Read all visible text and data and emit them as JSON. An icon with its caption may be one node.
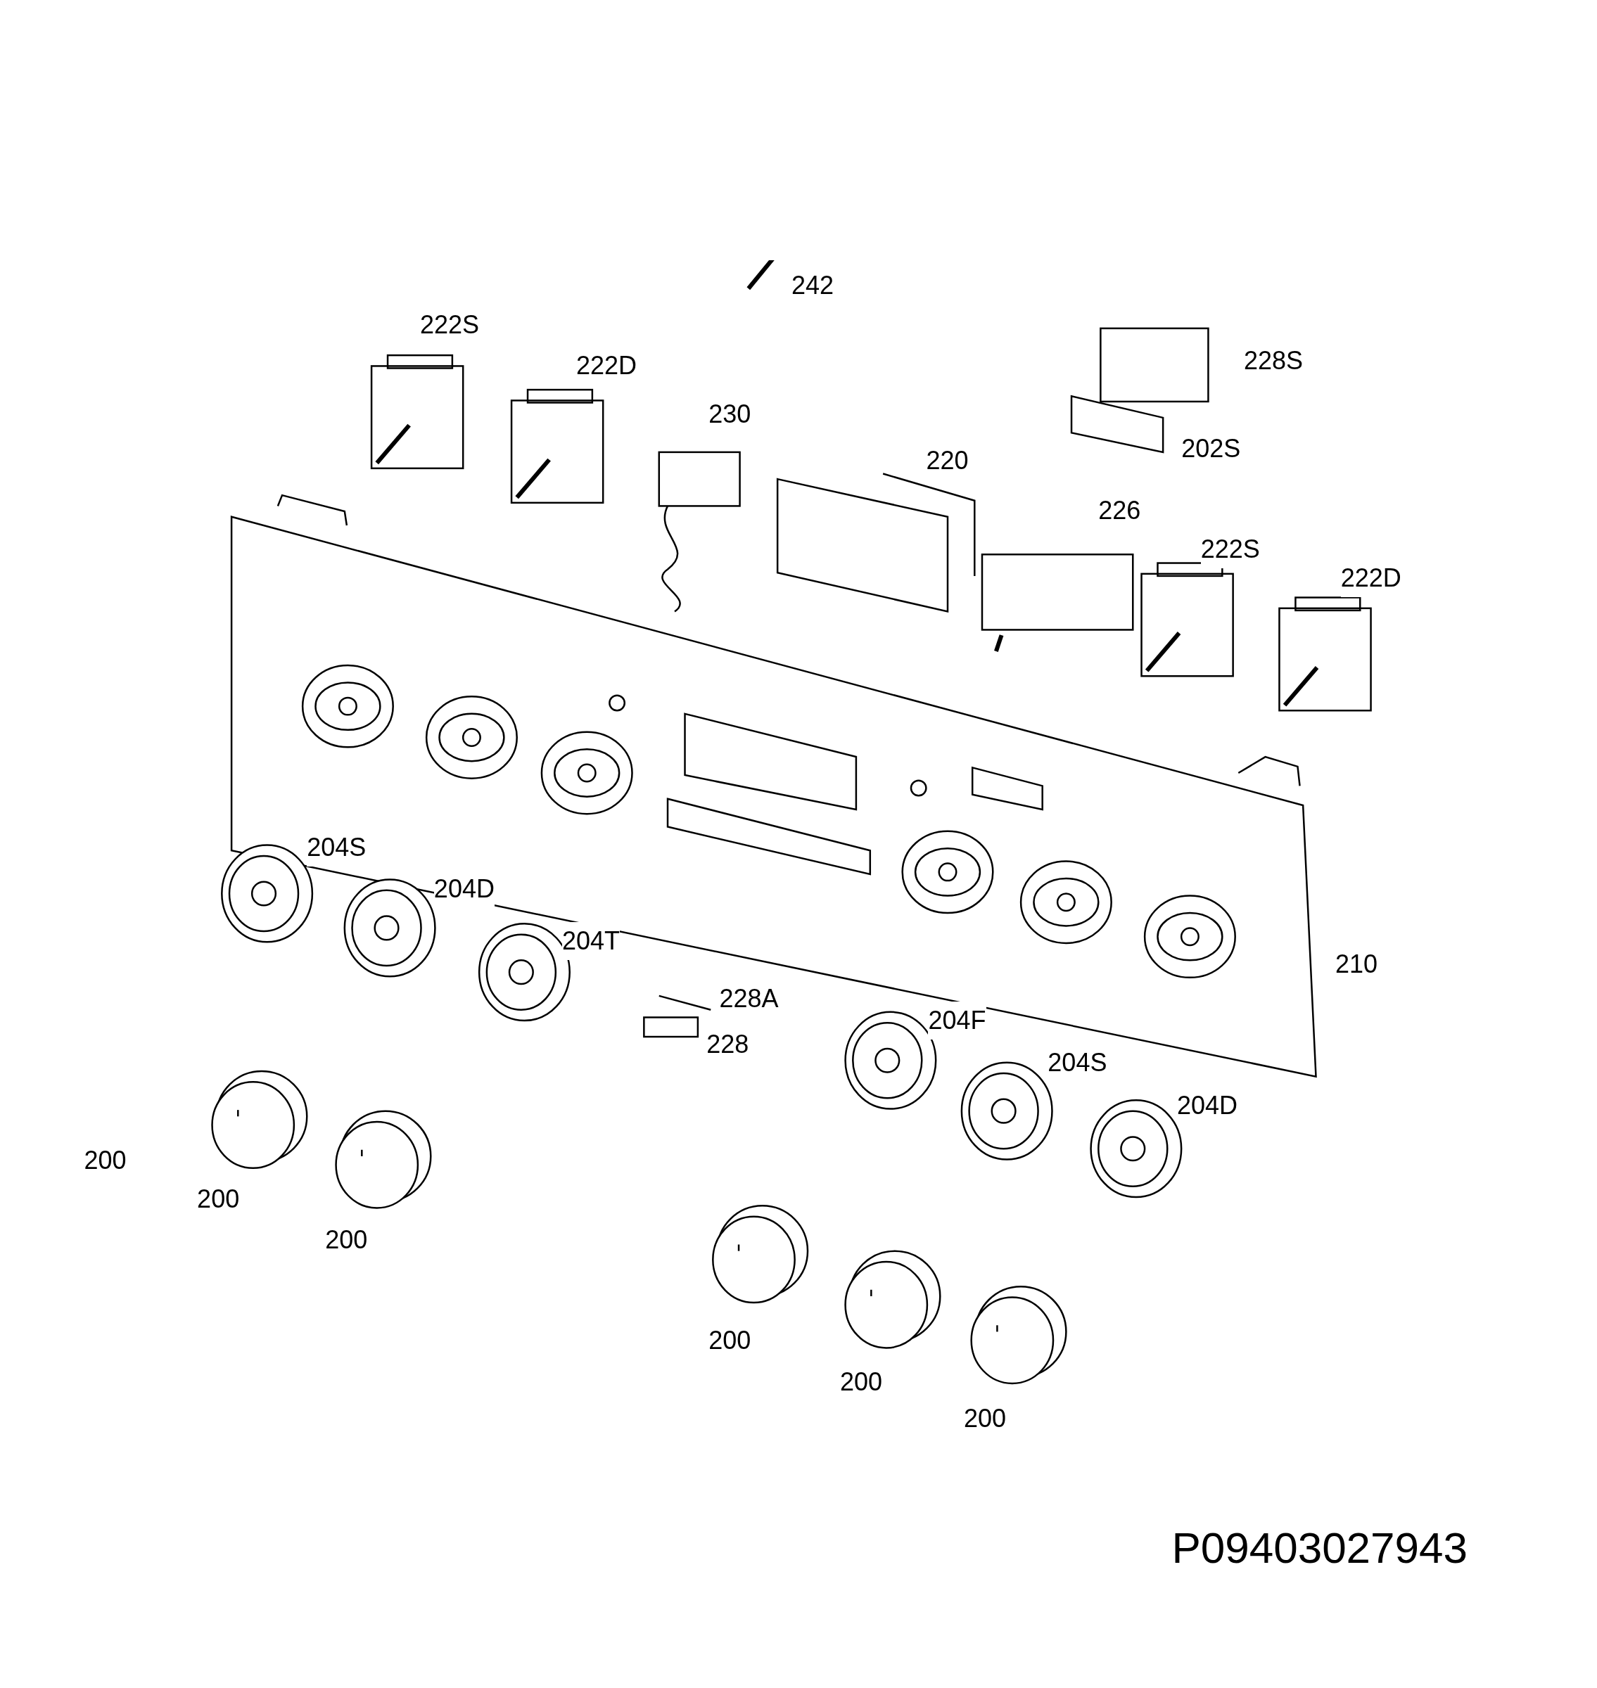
{
  "diagram": {
    "labels": [
      "242",
      "222S",
      "222D",
      "228S",
      "230",
      "202S",
      "220",
      "226",
      "222S",
      "222D",
      "204S",
      "204D",
      "210",
      "204T",
      "228A",
      "204F",
      "228",
      "204S",
      "204D",
      "200",
      "200",
      "200",
      "200",
      "200",
      "200",
      "P09403027943"
    ]
  }
}
